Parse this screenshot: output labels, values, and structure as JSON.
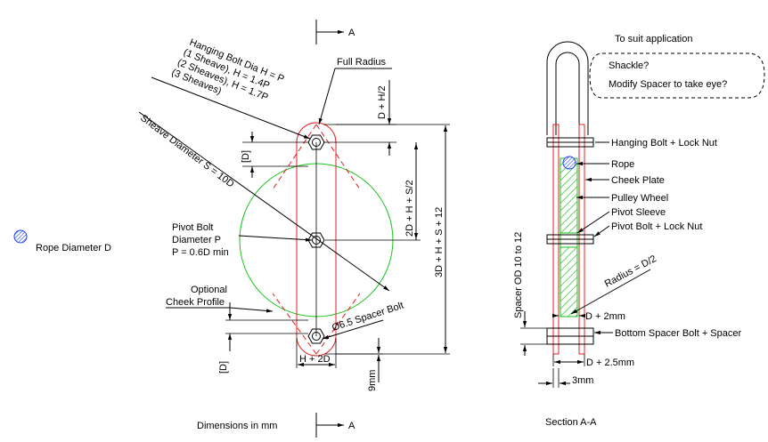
{
  "section_marker_letter": "A",
  "labels": {
    "hanging_bolt_line1": "Hanging Bolt Dia H = P",
    "hanging_bolt_line2": "(1 Sheave), H = 1.4P",
    "hanging_bolt_line3": "(2 Sheaves), H = 1.7P",
    "hanging_bolt_line4": "(3 Sheaves)",
    "sheave_diameter": "Sheave Diameter S = 10D",
    "full_radius": "Full Radius",
    "pivot_bolt_line1": "Pivot Bolt",
    "pivot_bolt_line2": "Diameter P",
    "pivot_bolt_line3": "P = 0.6D min",
    "optional_line1": "Optional",
    "optional_line2": "Cheek Profile",
    "spacer_bolt": "Ø6.5 Spacer Bolt",
    "rope_diameter": "Rope Diameter D",
    "dimensions_note": "Dimensions in mm",
    "section_title": "Section A-A"
  },
  "dimensions": {
    "d_h_half": "D + H/2",
    "d_bracket": "[D]",
    "d_bracket_lower": "[D]",
    "two_d_h_s": "2D + H + S/2",
    "three_d_h_s": "3D + H + S + 12",
    "h_2d": "H + 2D",
    "nine_mm": "9mm",
    "spacer_od": "Spacer OD 10 to 12",
    "radius": "Radius = D/2",
    "d_2mm": "D + 2mm",
    "d_25mm": "D + 2.5mm",
    "three_mm": "3mm"
  },
  "section_callouts": {
    "to_suit": "To suit application",
    "shackle": "Shackle?",
    "modify_spacer": "Modify Spacer to take eye?",
    "hanging_bolt_nut": "Hanging Bolt + Lock Nut",
    "rope": "Rope",
    "cheek_plate": "Cheek Plate",
    "pulley_wheel": "Pulley Wheel",
    "pivot_sleeve": "Pivot Sleeve",
    "pivot_bolt_nut": "Pivot Bolt + Lock Nut",
    "bottom_spacer": "Bottom Spacer Bolt + Spacer"
  },
  "colors": {
    "outline": "#000000",
    "cheek_plate": "#e02020",
    "sheave": "#19c419",
    "rope_symbol": "#1a3cff"
  }
}
